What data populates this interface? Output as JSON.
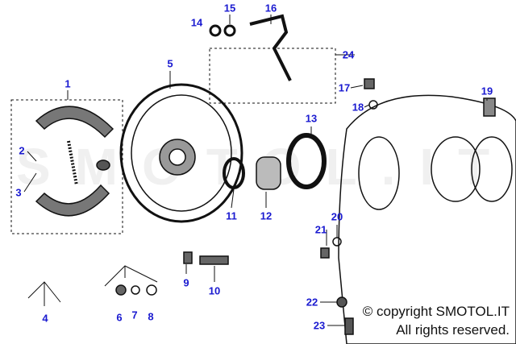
{
  "labels": [
    "1",
    "2",
    "3",
    "4",
    "5",
    "6",
    "7",
    "8",
    "9",
    "10",
    "11",
    "12",
    "13",
    "14",
    "15",
    "16",
    "17",
    "18",
    "19",
    "20",
    "21",
    "22",
    "23",
    "24"
  ],
  "watermark": "SMOTOL.IT",
  "copyright_line1": "© copyright SMOTOL.IT",
  "copyright_line2": "All rights reserved.",
  "label_color": "#1a1ad0"
}
